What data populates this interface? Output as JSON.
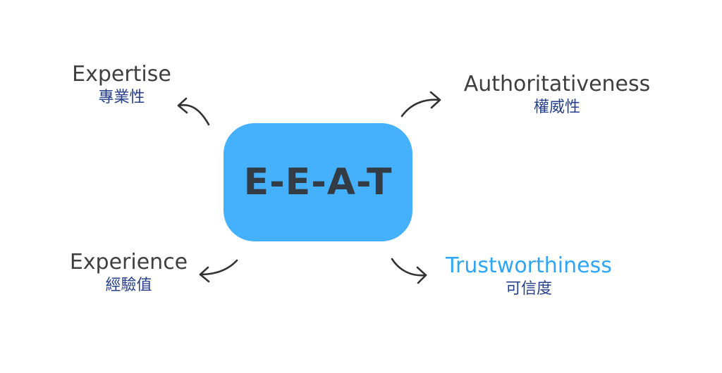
{
  "center": {
    "title": "E-E-A-T"
  },
  "nodes": {
    "expertise": {
      "en": "Expertise",
      "zh": "專業性"
    },
    "authoritativeness": {
      "en": "Authoritativeness",
      "zh": "權威性"
    },
    "experience": {
      "en": "Experience",
      "zh": "經驗值"
    },
    "trustworthiness": {
      "en": "Trustworthiness",
      "zh": "可信度"
    }
  },
  "colors": {
    "center_fill": "#45b0fc",
    "center_text": "#333c45",
    "english_text": "#3f3f3f",
    "chinese_text": "#27408b",
    "highlight_text": "#2ea5f5",
    "arrow": "#333333"
  }
}
